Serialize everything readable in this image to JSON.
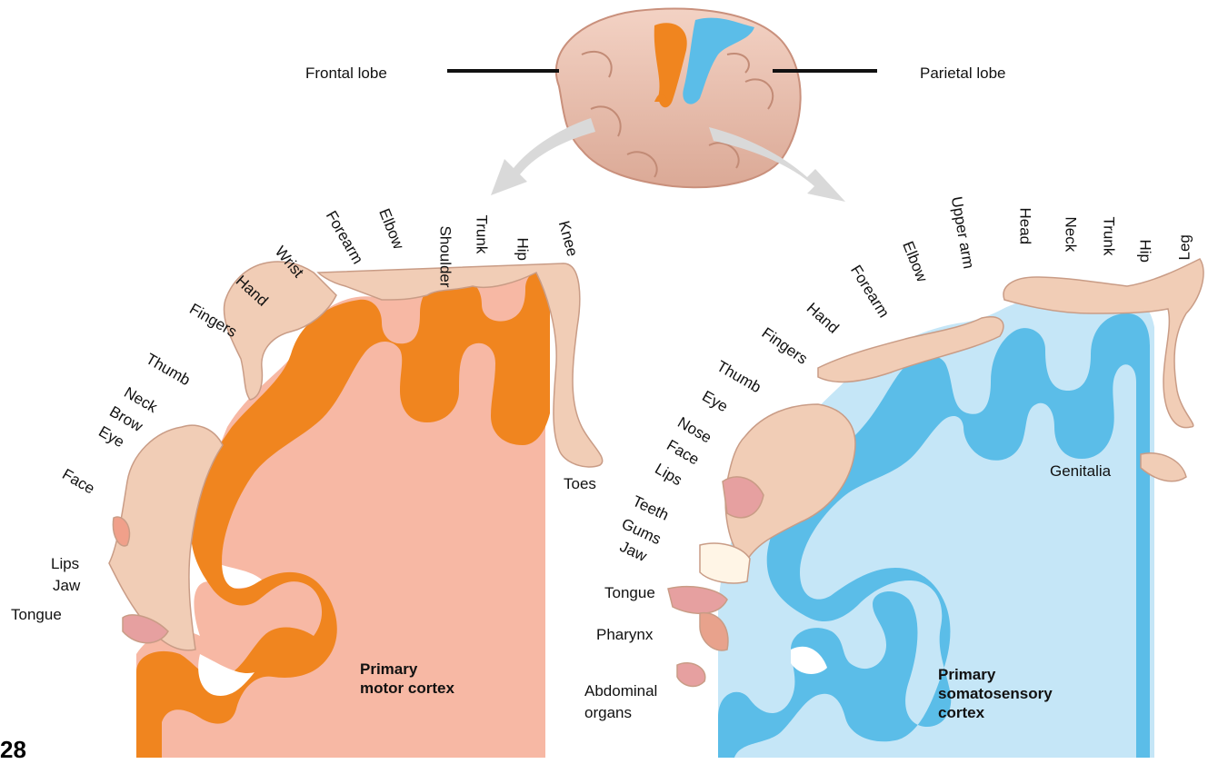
{
  "brain": {
    "frontal_label": "Frontal lobe",
    "parietal_label": "Parietal lobe"
  },
  "motor": {
    "title_line1": "Primary",
    "title_line2": "motor cortex",
    "labels": {
      "knee": "Knee",
      "hip": "Hip",
      "trunk": "Trunk",
      "shoulder": "Shoulder",
      "elbow": "Elbow",
      "forearm": "Forearm",
      "wrist": "Wrist",
      "hand": "Hand",
      "fingers": "Fingers",
      "thumb": "Thumb",
      "neck": "Neck",
      "brow": "Brow",
      "eye": "Eye",
      "face": "Face",
      "lips": "Lips",
      "jaw": "Jaw",
      "tongue": "Tongue",
      "toes": "Toes"
    }
  },
  "sensory": {
    "title_line1": "Primary",
    "title_line2": "somatosensory",
    "title_line3": "cortex",
    "labels": {
      "leg": "Leg",
      "hip": "Hip",
      "trunk": "Trunk",
      "neck": "Neck",
      "head": "Head",
      "upper_arm": "Upper arm",
      "elbow": "Elbow",
      "forearm": "Forearm",
      "hand": "Hand",
      "fingers": "Fingers",
      "thumb": "Thumb",
      "eye": "Eye",
      "nose": "Nose",
      "face": "Face",
      "lips": "Lips",
      "teeth": "Teeth",
      "gums": "Gums",
      "jaw": "Jaw",
      "tongue": "Tongue",
      "pharynx": "Pharynx",
      "abdominal": "Abdominal",
      "organs": "organs",
      "genitalia": "Genitalia"
    }
  },
  "figure_number": "28",
  "colors": {
    "motor_fill": "#f7b8a4",
    "motor_band": "#f0851f",
    "sensory_fill": "#c5e6f7",
    "sensory_band": "#5bbde8",
    "skin": "#f1cdb6",
    "arrow": "#d9d9d9"
  }
}
